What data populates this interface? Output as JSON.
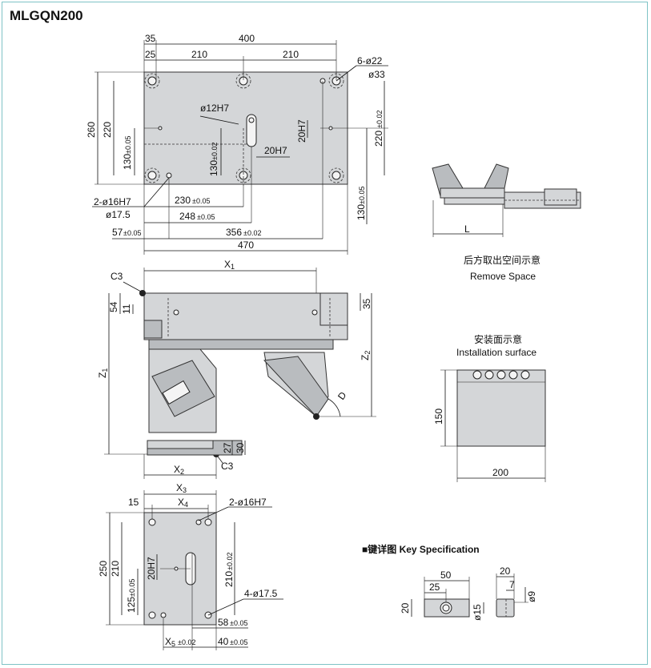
{
  "title": "MLGQN200",
  "top_view": {
    "d_35": "35",
    "d_400": "400",
    "d_25": "25",
    "d_210a": "210",
    "d_210b": "210",
    "holes_6": "6-ø22",
    "holes_33": "ø33",
    "d_260": "260",
    "d_220": "220",
    "d_130a": "130",
    "tol_005": "±0.05",
    "d_130b": "130",
    "tol_002": "±0.02",
    "slot_12h7": "ø12H7",
    "d_20h7": "20H7",
    "d_20h7b": "20H7",
    "d_220r": "220",
    "d_130r": "130",
    "pin_2": "2-ø16H7",
    "pin_175": "ø17.5",
    "d_230": "230",
    "d_248": "248",
    "d_57": "57",
    "d_356": "356",
    "d_470": "470"
  },
  "front_view": {
    "c3a": "C3",
    "x1": "X",
    "x1_sub": "1",
    "d_54": "54",
    "d_11": "11",
    "d_35": "35",
    "z1": "Z",
    "z1_sub": "1",
    "z2": "Z",
    "z2_sub": "2",
    "angle": "D",
    "d_27": "27",
    "d_30": "30",
    "c3b": "C3",
    "x2": "X",
    "x2_sub": "2"
  },
  "bottom_view": {
    "x3": "X",
    "x3_sub": "3",
    "d_15": "15",
    "x4": "X",
    "x4_sub": "4",
    "pin_2": "2-ø16H7",
    "d_250": "250",
    "d_210": "210",
    "d_20h7": "20H7",
    "d_210r": "210",
    "tol_002": "±0.02",
    "d_125": "125",
    "tol_005": "±0.05",
    "holes_4": "4-ø17.5",
    "d_58": "58",
    "x5": "X",
    "x5_sub": "5",
    "d_40": "40"
  },
  "remove_space": {
    "label_l": "L",
    "caption_cn": "后方取出空间示意",
    "caption_en": "Remove Space"
  },
  "install": {
    "caption_cn": "安装面示意",
    "caption_en": "Installation surface",
    "d_150": "150",
    "d_200": "200"
  },
  "key_spec": {
    "heading": "■键详图 Key Specification",
    "d_50": "50",
    "d_25": "25",
    "d_20h": "20",
    "d_15": "ø15",
    "d_20w": "20",
    "d_7": "7",
    "d_9": "ø9"
  }
}
